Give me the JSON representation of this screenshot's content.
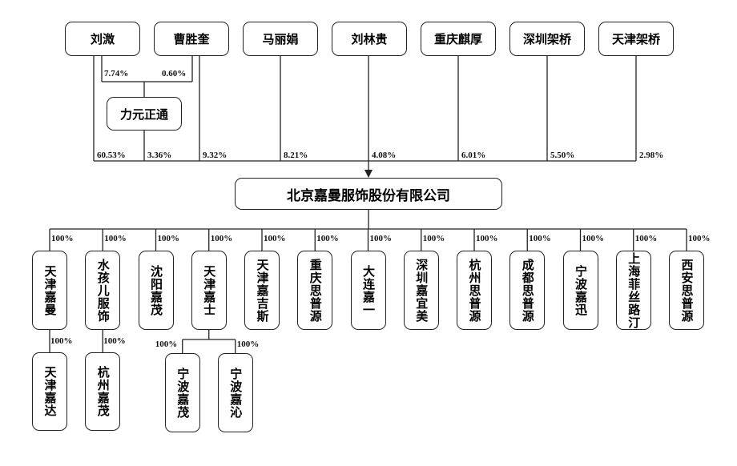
{
  "shareholders": [
    {
      "name": "刘溦",
      "pct": "60.53%"
    },
    {
      "name": "曹胜奎",
      "pct": "9.32%"
    },
    {
      "name": "马丽娟",
      "pct": "8.21%"
    },
    {
      "name": "刘林贵",
      "pct": "4.08%"
    },
    {
      "name": "重庆麒厚",
      "pct": "6.01%"
    },
    {
      "name": "深圳架桥",
      "pct": "5.50%"
    },
    {
      "name": "天津架桥",
      "pct": "2.98%"
    }
  ],
  "intermediate": {
    "name": "力元正通",
    "pct": "3.36%",
    "from_liu": "7.74%",
    "from_cao": "0.60%"
  },
  "company": "北京嘉曼服饰股份有限公司",
  "subsidiaries": [
    {
      "name": "天津嘉曼",
      "pct": "100%",
      "children": [
        {
          "name": "天津嘉达",
          "pct": "100%"
        }
      ]
    },
    {
      "name": "水孩儿服饰",
      "pct": "100%",
      "children": [
        {
          "name": "杭州嘉茂",
          "pct": "100%"
        }
      ]
    },
    {
      "name": "沈阳嘉茂",
      "pct": "100%",
      "children": []
    },
    {
      "name": "天津嘉士",
      "pct": "100%",
      "children": [
        {
          "name": "宁波嘉茂",
          "pct": "100%"
        },
        {
          "name": "宁波嘉沁",
          "pct": "100%"
        }
      ]
    },
    {
      "name": "天津嘉吉斯",
      "pct": "100%",
      "children": []
    },
    {
      "name": "重庆思普源",
      "pct": "100%",
      "children": []
    },
    {
      "name": "大连嘉一",
      "pct": "100%",
      "children": []
    },
    {
      "name": "深圳嘉宜美",
      "pct": "100%",
      "children": []
    },
    {
      "name": "杭州思普源",
      "pct": "100%",
      "children": []
    },
    {
      "name": "成都思普源",
      "pct": "100%",
      "children": []
    },
    {
      "name": "宁波嘉迅",
      "pct": "100%",
      "children": []
    },
    {
      "name": "上海菲丝路汀",
      "pct": "100%",
      "children": []
    },
    {
      "name": "西安思普源",
      "pct": "100%",
      "children": []
    }
  ]
}
